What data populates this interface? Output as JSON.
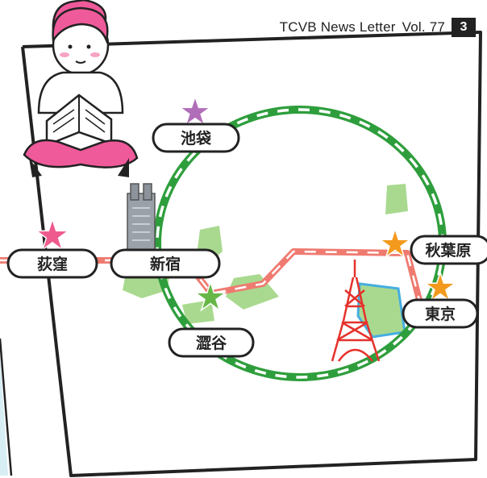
{
  "header": {
    "newsletter_title": "TCVB News Letter",
    "volume": "Vol. 77",
    "page_number": "3"
  },
  "stations": {
    "ikebukuro": "池袋",
    "ogikubo": "荻窪",
    "shinjuku": "新宿",
    "akihabara": "秋葉原",
    "tokyo": "東京",
    "shibuya": "澀谷"
  },
  "colors": {
    "yamanote_line": "#2e9e3c",
    "chuo_line": "#ef7a70",
    "park": "#a9d98f",
    "star_purple": "#b06db8",
    "star_pink": "#ee5a8e",
    "star_orange": "#f39a1e",
    "star_green": "#67b748",
    "tower_red": "#e6312b",
    "person_pink": "#ef5a9a"
  }
}
